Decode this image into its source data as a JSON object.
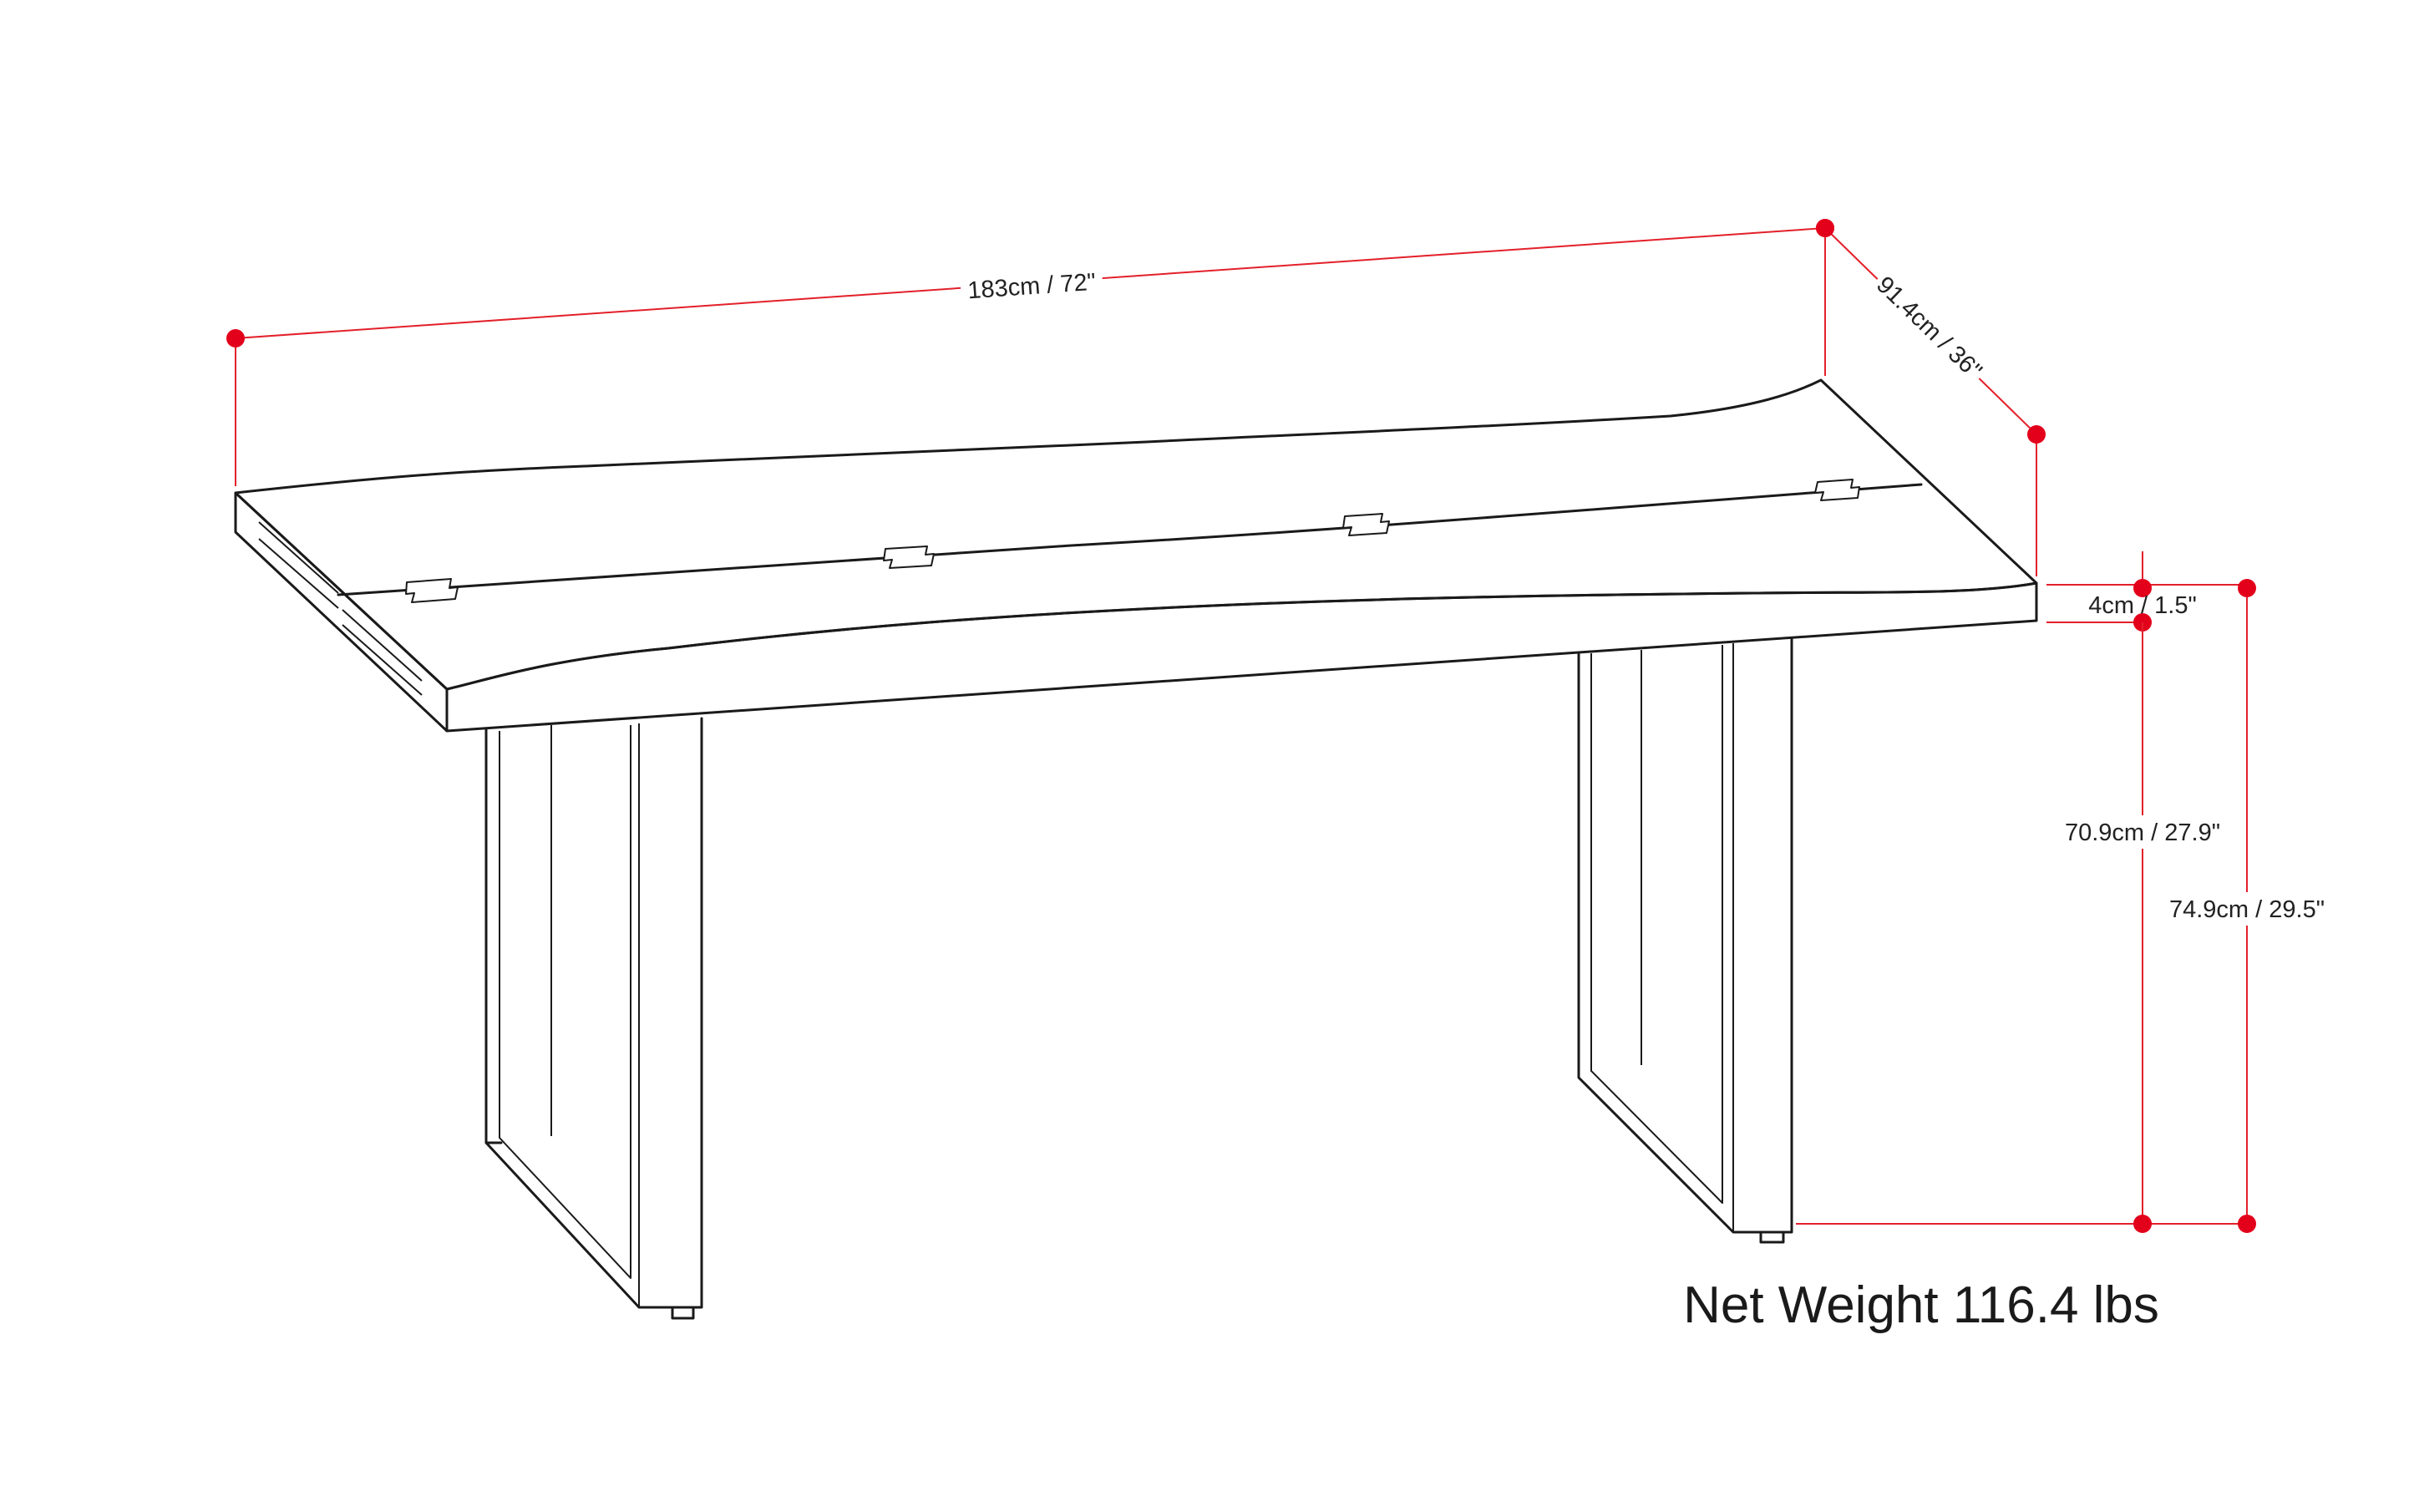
{
  "colors": {
    "dimension": "#e3202a",
    "outline": "#1a1a1a",
    "background": "#ffffff"
  },
  "dimensions": {
    "length": "183cm / 72\"",
    "depth": "91.4cm / 36\"",
    "top_thickness": "4cm / 1.5\"",
    "leg_height": "70.9cm / 27.9\"",
    "overall_height": "74.9cm / 29.5\""
  },
  "net_weight": "Net Weight 116.4 lbs"
}
